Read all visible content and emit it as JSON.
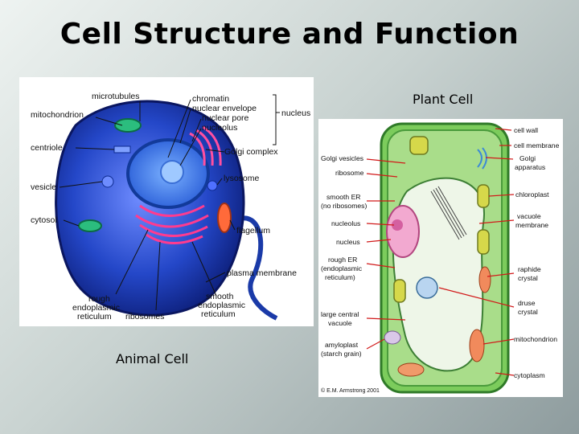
{
  "title": "Cell Structure and Function",
  "animal": {
    "caption": "Animal Cell",
    "labels": {
      "microtubules": "microtubules",
      "chromatin": "chromatin",
      "nuclear_envelope": "nuclear envelope",
      "nuclear_pore": "nuclear pore",
      "nucleolus": "nucleolus",
      "nucleus": "nucleus",
      "mitochondrion": "mitochondrion",
      "centriole": "centriole",
      "golgi_complex": "Golgi complex",
      "lysosome": "lysosome",
      "vesicle": "vesicle",
      "cytosol": "cytosol",
      "flagellum": "flagellum",
      "plasma_membrane": "plasma membrane",
      "rough_er_1": "rough",
      "rough_er_2": "endoplasmic",
      "rough_er_3": "reticulum",
      "ribosomes": "ribosomes",
      "smooth_er_1": "smooth",
      "smooth_er_2": "endoplasmic",
      "smooth_er_3": "reticulum"
    }
  },
  "plant": {
    "caption": "Plant Cell",
    "labels": {
      "cell_wall": "cell wall",
      "cell_membrane": "cell membrane",
      "golgi_vesicles": "Golgi vesicles",
      "ribosome": "ribosome",
      "golgi_apparatus_1": "Golgi",
      "golgi_apparatus_2": "apparatus",
      "smooth_er_1": "smooth ER",
      "smooth_er_2": "(no ribosomes)",
      "chloroplast": "chloroplast",
      "nucleolus": "nucleolus",
      "vacuole_membrane_1": "vacuole",
      "vacuole_membrane_2": "membrane",
      "nucleus": "nucleus",
      "rough_er_1": "rough ER",
      "rough_er_2": "(endoplasmic",
      "rough_er_3": "reticulum)",
      "raphide_crystal_1": "raphide",
      "raphide_crystal_2": "crystal",
      "druse_crystal_1": "druse",
      "druse_crystal_2": "crystal",
      "large_central_vacuole_1": "large central",
      "large_central_vacuole_2": "vacuole",
      "mitochondrion": "mitochondrion",
      "amyloplast_1": "amyloplast",
      "amyloplast_2": "(starch grain)",
      "cytoplasm": "cytoplasm",
      "credit": "© E.M. Armstrong 2001"
    }
  },
  "colors": {
    "animal_cell": "#2447c8",
    "plant_wall": "#6bbf55",
    "vacuole": "#eef6e8",
    "arrow": "#d11a1a"
  }
}
